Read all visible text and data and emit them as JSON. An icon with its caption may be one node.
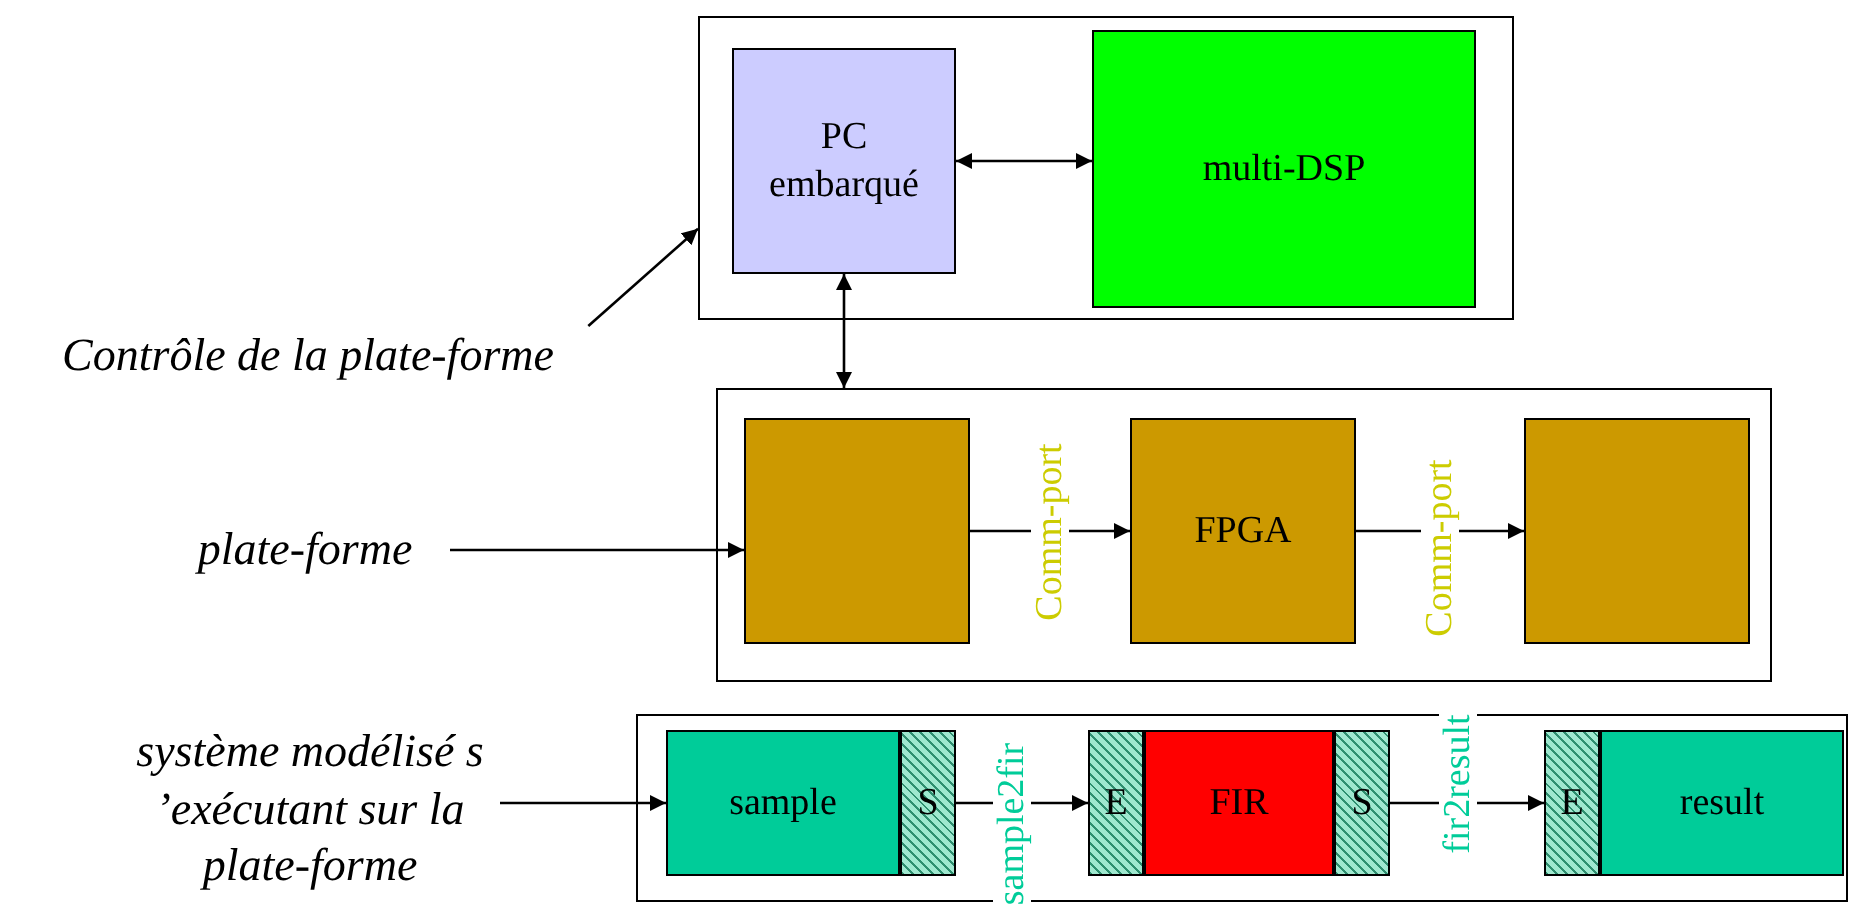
{
  "diagram": {
    "nodes": [
      {
        "text": [],
        "shape": "box"
      },
      {
        "text": [
          "PC embarqué"
        ],
        "in": 0
      },
      {
        "text": [
          "multi-DSP"
        ],
        "in": 0
      },
      {
        "text": [],
        "shape": "box"
      },
      {
        "text": [],
        "shape": "box",
        "in": 3
      },
      {
        "text": [
          "FPGA"
        ],
        "in": 3
      },
      {
        "text": [],
        "shape": "box",
        "in": 3
      },
      {
        "text": [],
        "shape": "box"
      },
      {
        "text": [
          "sample"
        ],
        "in": 7
      },
      {
        "text": [
          "S"
        ],
        "in": 7
      },
      {
        "text": [
          "E"
        ],
        "in": 7
      },
      {
        "text": [
          "FIR"
        ],
        "in": 7
      },
      {
        "text": [
          "S"
        ],
        "in": 7
      },
      {
        "text": [
          "E"
        ],
        "in": 7
      },
      {
        "text": [
          "result"
        ],
        "in": 7
      },
      {
        "text": [
          "Contrôle de la plate-forme"
        ]
      },
      {
        "text": [
          "plate-forme"
        ]
      },
      {
        "text": [
          "système modélisé s ’exécutant sur la plate-forme"
        ]
      }
    ],
    "edges": [
      {
        "from": 1,
        "to": 2,
        "arrow": "both"
      },
      {
        "from": 1,
        "to": 3,
        "arrow": "both"
      },
      {
        "from": 15,
        "to": 0,
        "arrow": "to"
      },
      {
        "from": 16,
        "to": 4,
        "arrow": "to"
      },
      {
        "from": 4,
        "to": 5,
        "arrow": "to",
        "label": "Comm-port"
      },
      {
        "from": 5,
        "to": 6,
        "arrow": "to",
        "label": "Comm-port"
      },
      {
        "from": 17,
        "to": 8,
        "arrow": "to"
      },
      {
        "from": 9,
        "to": 10,
        "arrow": "to",
        "label": "sample2fir"
      },
      {
        "from": 12,
        "to": 13,
        "arrow": "to",
        "label": "fir2result"
      }
    ]
  }
}
